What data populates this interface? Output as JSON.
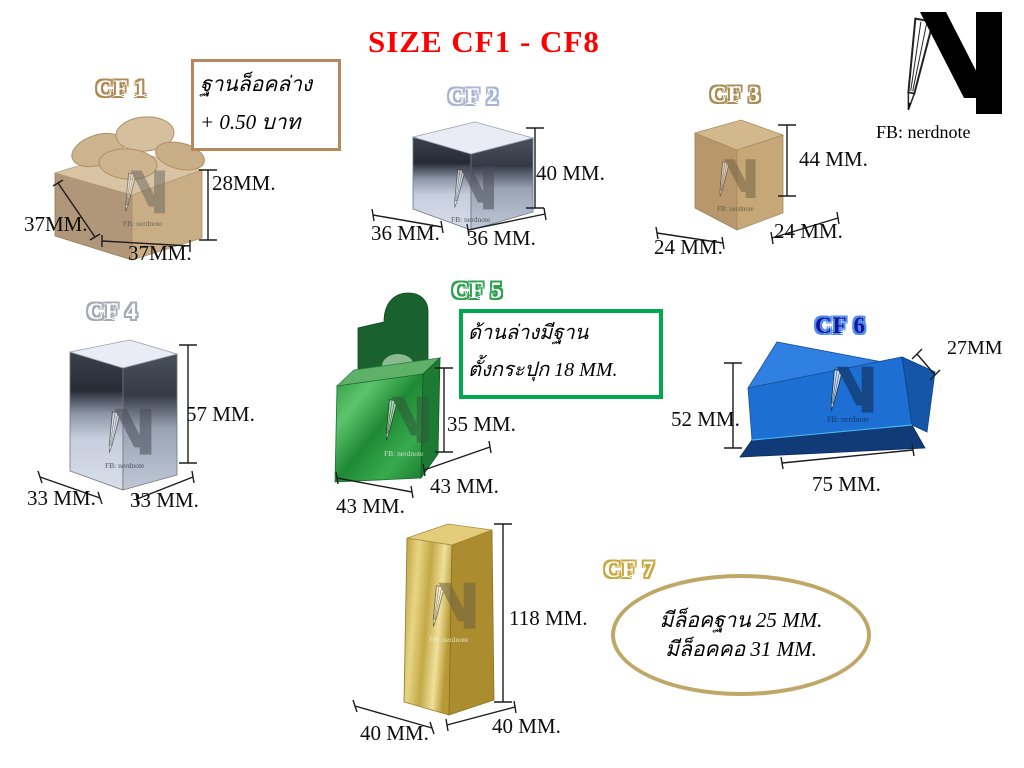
{
  "title": "SIZE CF1 - CF8",
  "logo": {
    "caption": "FB: nerdnote"
  },
  "watermark": "FB: nerdnote",
  "colors": {
    "title_red": "#ff0000",
    "cf1_note_border": "#b5895e",
    "cf5_note_border": "#00a84f",
    "cf7_note_border": "#bfa867",
    "cf1_gold": "#c7ac83",
    "cf2_silver": "#c3cadb",
    "cf3_gold": "#c2a173",
    "cf4_silver": "#c6cdde",
    "cf5_green": "#2f9c45",
    "cf6_blue": "#1f6fd2",
    "cf7_gold": "#c9a94e"
  },
  "products": {
    "cf1": {
      "label": "CF 1",
      "height": "28MM.",
      "side": "37MM.",
      "front": "37MM.",
      "note_line1": "ฐานล็อคล่าง",
      "note_line2": "+ 0.50 บาท"
    },
    "cf2": {
      "label": "CF 2",
      "height": "40 MM.",
      "side": "36 MM.",
      "front": "36 MM."
    },
    "cf3": {
      "label": "CF 3",
      "height": "44 MM.",
      "side": "24 MM.",
      "front": "24 MM."
    },
    "cf4": {
      "label": "CF 4",
      "height": "57 MM.",
      "side": "33 MM.",
      "front": "33 MM."
    },
    "cf5": {
      "label": "CF 5",
      "height": "35 MM.",
      "side": "43 MM.",
      "front": "43 MM.",
      "note_line1": "ด้านล่างมีฐาน",
      "note_line2": "ตั้งกระปุก 18 MM."
    },
    "cf6": {
      "label": "CF 6",
      "height": "52 MM.",
      "width": "75 MM.",
      "depth": "27MM"
    },
    "cf7": {
      "label": "CF 7",
      "height": "118 MM.",
      "side": "40 MM.",
      "front": "40 MM.",
      "note_line1": "มีล็อคฐาน 25 MM.",
      "note_line2": "มีล็อคคอ 31 MM."
    }
  }
}
